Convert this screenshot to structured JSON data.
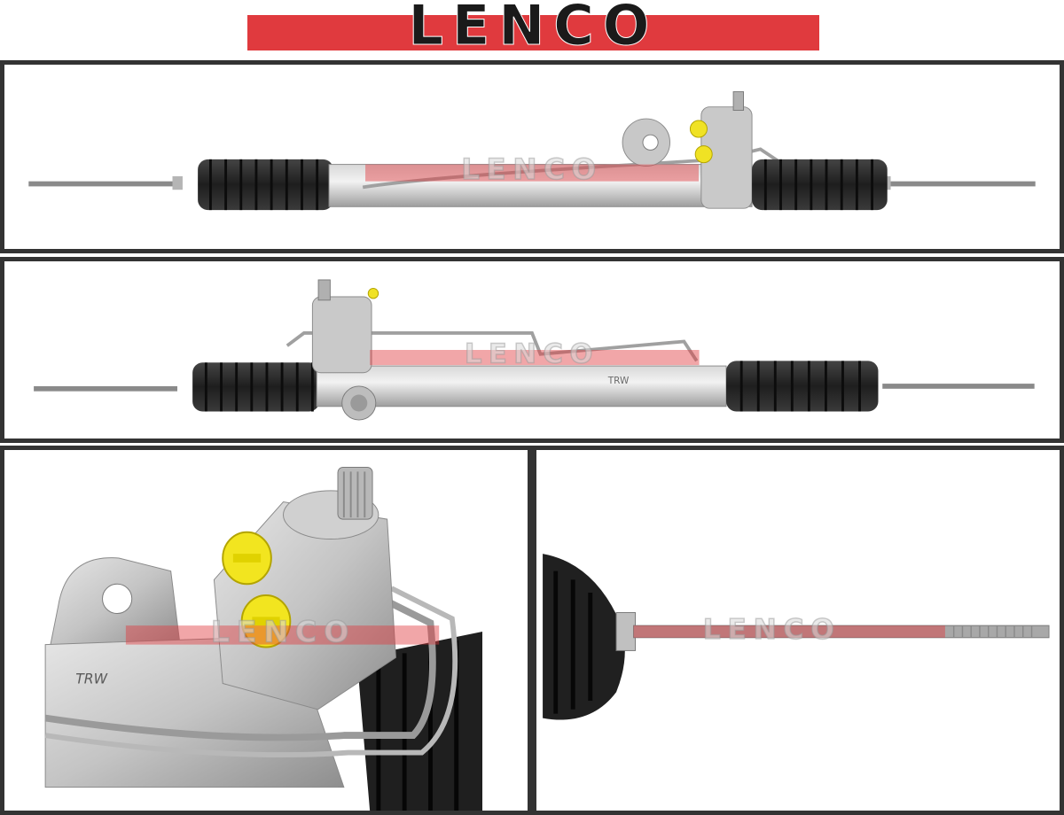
{
  "brand": {
    "name": "LENCO",
    "colors": {
      "bar": "#e03a3e",
      "text": "#1a1a1a"
    }
  },
  "watermark": {
    "text": "LENCO"
  },
  "photo_labels": {
    "housing_mark_1": "TRW",
    "housing_mark_2": "TRW"
  },
  "panels": [
    {
      "id": "steering-rack-front-view"
    },
    {
      "id": "steering-rack-rear-view"
    },
    {
      "id": "valve-housing-closeup"
    },
    {
      "id": "tie-rod-end-closeup"
    }
  ]
}
